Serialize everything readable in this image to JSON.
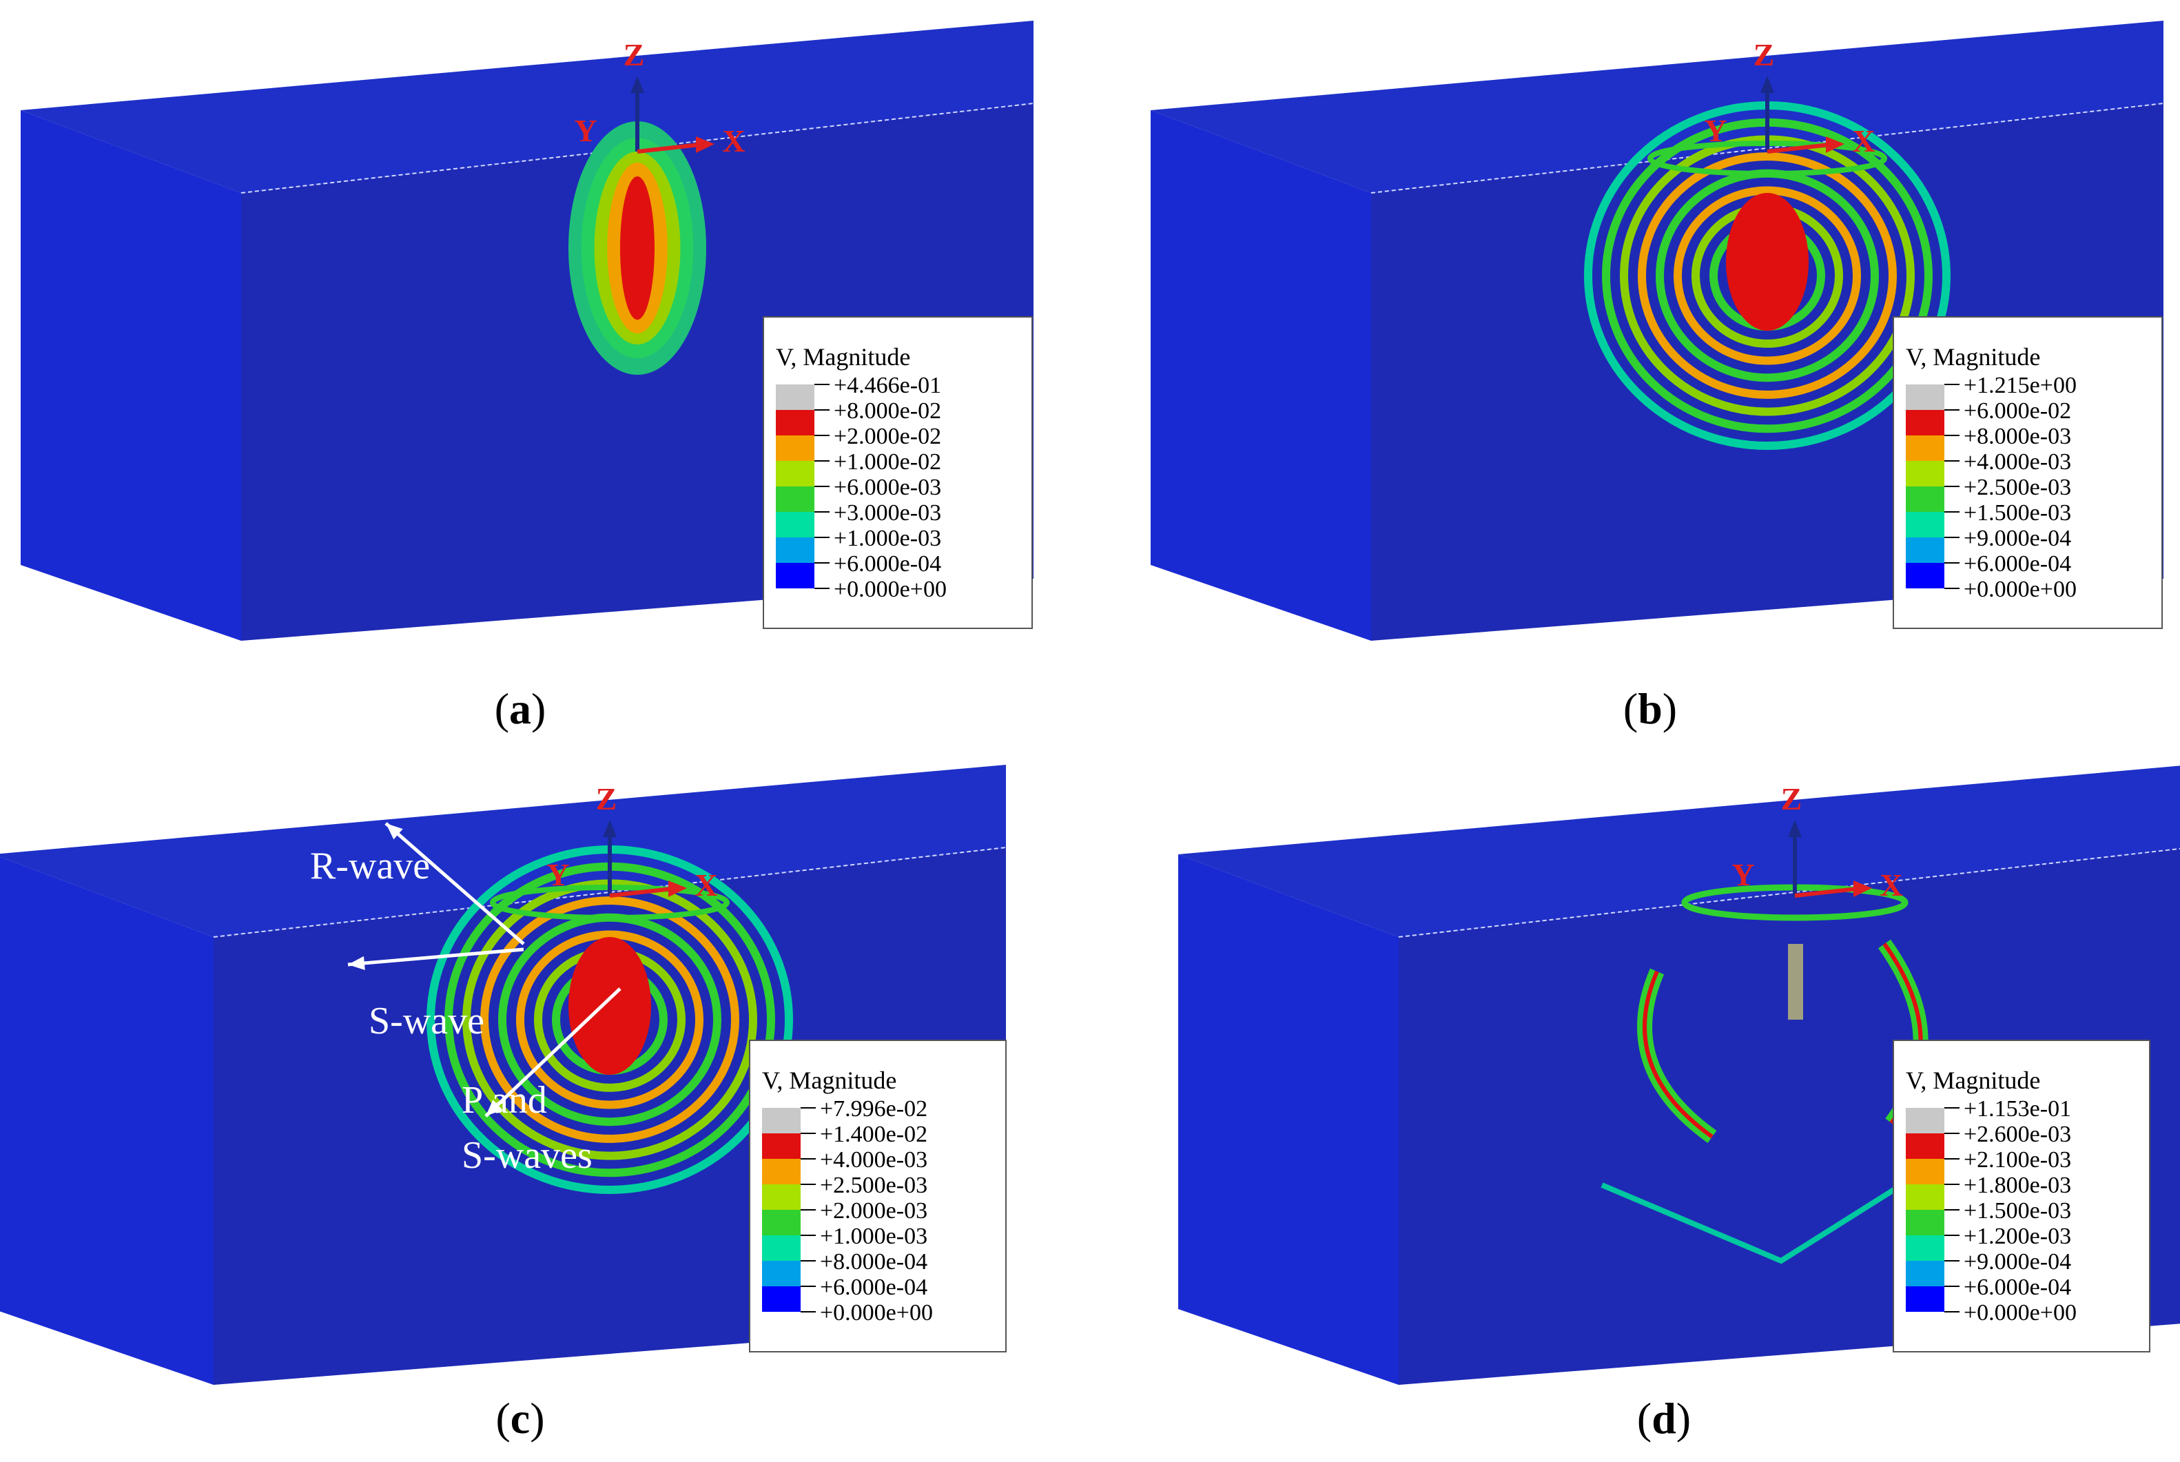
{
  "panels": [
    {
      "id": "a",
      "label": "(a)",
      "label_letter": "a",
      "pattern": "early",
      "axes": {
        "z": "Z",
        "y": "Y",
        "x": "X"
      },
      "legend": {
        "title": "V, Magnitude",
        "values": [
          "+4.466e-01",
          "+8.000e-02",
          "+2.000e-02",
          "+1.000e-02",
          "+6.000e-03",
          "+3.000e-03",
          "+1.000e-03",
          "+6.000e-04",
          "+0.000e+00"
        ],
        "colors": [
          "#c8c8c8",
          "#e01010",
          "#f5a000",
          "#a8e000",
          "#30d030",
          "#00e0a0",
          "#00a0e8",
          "#0000ff"
        ]
      },
      "annotations": []
    },
    {
      "id": "b",
      "label": "(b)",
      "label_letter": "b",
      "pattern": "spread",
      "axes": {
        "z": "Z",
        "y": "Y",
        "x": "X"
      },
      "legend": {
        "title": "V, Magnitude",
        "values": [
          "+1.215e+00",
          "+6.000e-02",
          "+8.000e-03",
          "+4.000e-03",
          "+2.500e-03",
          "+1.500e-03",
          "+9.000e-04",
          "+6.000e-04",
          "+0.000e+00"
        ],
        "colors": [
          "#c8c8c8",
          "#e01010",
          "#f5a000",
          "#a8e000",
          "#30d030",
          "#00e0a0",
          "#00a0e8",
          "#0000ff"
        ]
      },
      "annotations": []
    },
    {
      "id": "c",
      "label": "(c)",
      "label_letter": "c",
      "pattern": "spread",
      "axes": {
        "z": "Z",
        "y": "Y",
        "x": "X"
      },
      "legend": {
        "title": "V, Magnitude",
        "values": [
          "+7.996e-02",
          "+1.400e-02",
          "+4.000e-03",
          "+2.500e-03",
          "+2.000e-03",
          "+1.000e-03",
          "+8.000e-04",
          "+6.000e-04",
          "+0.000e+00"
        ],
        "colors": [
          "#c8c8c8",
          "#e01010",
          "#f5a000",
          "#a8e000",
          "#30d030",
          "#00e0a0",
          "#00a0e8",
          "#0000ff"
        ]
      },
      "annotations": [
        {
          "text": "R-wave"
        },
        {
          "text": "S-wave"
        },
        {
          "text": "P and"
        },
        {
          "text": "S-waves"
        }
      ]
    },
    {
      "id": "d",
      "label": "(d)",
      "label_letter": "d",
      "pattern": "late",
      "axes": {
        "z": "Z",
        "y": "Y",
        "x": "X"
      },
      "legend": {
        "title": "V, Magnitude",
        "values": [
          "+1.153e-01",
          "+2.600e-03",
          "+2.100e-03",
          "+1.800e-03",
          "+1.500e-03",
          "+1.200e-03",
          "+9.000e-04",
          "+6.000e-04",
          "+0.000e+00"
        ],
        "colors": [
          "#c8c8c8",
          "#e01010",
          "#f5a000",
          "#a8e000",
          "#30d030",
          "#00e0a0",
          "#00a0e8",
          "#0000ff"
        ]
      },
      "annotations": []
    }
  ],
  "colors": {
    "box_front": "#1e2ab4",
    "box_top": "#1e30c8",
    "box_left": "#1a2ad2",
    "axis_label": "#e02020",
    "axis_arrow_z": "#1a2a8a",
    "axis_arrow_x": "#e02020",
    "annotation": "#ffffff"
  }
}
